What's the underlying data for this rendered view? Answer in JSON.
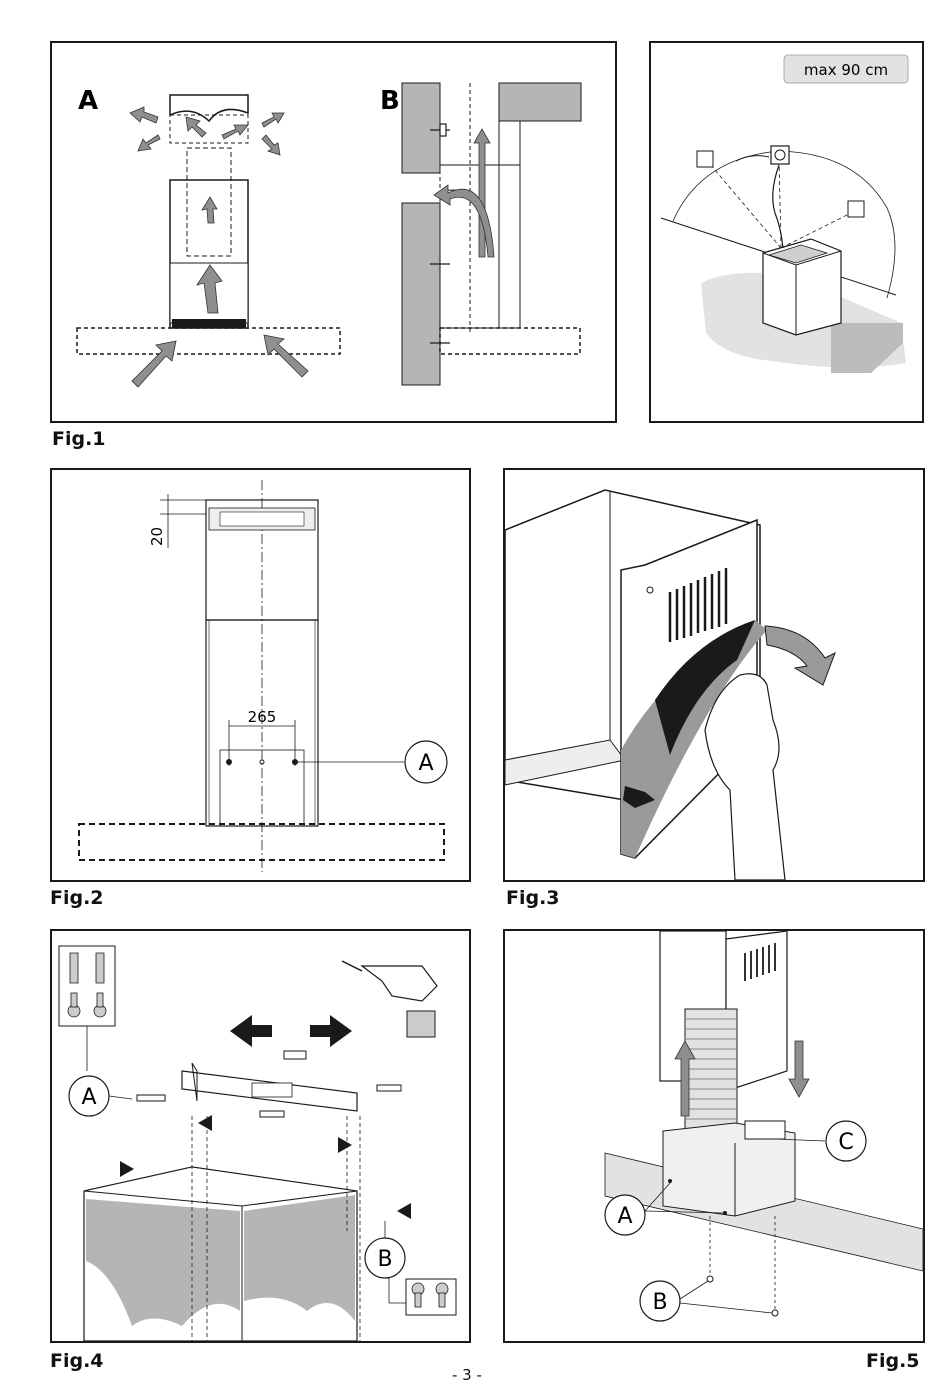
{
  "figures": {
    "fig1": {
      "caption": "Fig.1",
      "label_a": "A",
      "label_b": "B",
      "max_label": "max 90 cm"
    },
    "fig2": {
      "caption": "Fig.2",
      "dim_top": "20",
      "dim_width": "265",
      "callout_a": "A"
    },
    "fig3": {
      "caption": "Fig.3"
    },
    "fig4": {
      "caption": "Fig.4",
      "callout_a": "A",
      "callout_b": "B"
    },
    "fig5": {
      "caption": "Fig.5",
      "callout_a": "A",
      "callout_b": "B",
      "callout_c": "C"
    }
  },
  "page_number": "- 3 -",
  "colors": {
    "line": "#1a1a1a",
    "arrow_gray": "#8f8f8f",
    "wall_gray": "#b5b5b5",
    "light_gray": "#e2e2e2"
  }
}
